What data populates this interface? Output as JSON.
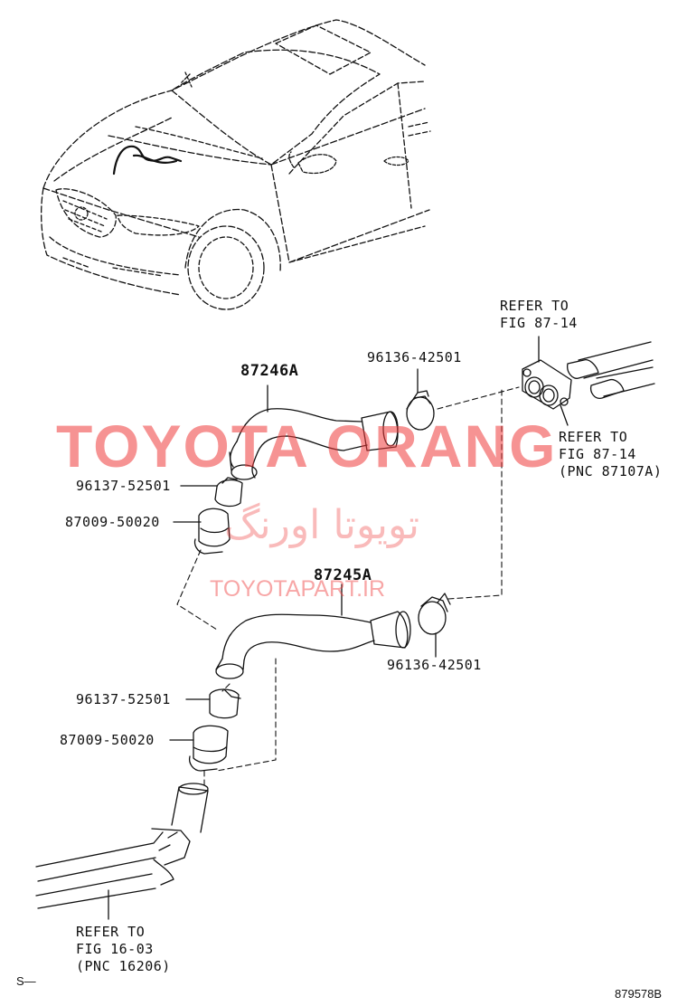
{
  "labels": {
    "hose_upper": "87246A",
    "hose_lower": "87245A",
    "clamp_upper_right": "96136-42501",
    "clamp_lower_right": "96136-42501",
    "clamp_upper_left": "96137-52501",
    "clamp_lower_left": "96137-52501",
    "joint_upper": "87009-50020",
    "joint_lower": "87009-50020",
    "refer_top_1": "REFER TO",
    "refer_top_2": "FIG 87-14",
    "refer_right_1": "REFER TO",
    "refer_right_2": "FIG 87-14",
    "refer_right_3": "(PNC 87107A)",
    "refer_bottom_1": "REFER TO",
    "refer_bottom_2": "FIG 16-03",
    "refer_bottom_3": "(PNC 16206)",
    "corner_mark": "S—",
    "diagram_id": "879578B"
  },
  "watermark": {
    "main": "TOYOTA ORANG",
    "farsi": "تویوتا اورنگ",
    "url": "TOYOTAPART.IR"
  },
  "colors": {
    "line": "#111111",
    "watermark": "#ef3b3b"
  }
}
